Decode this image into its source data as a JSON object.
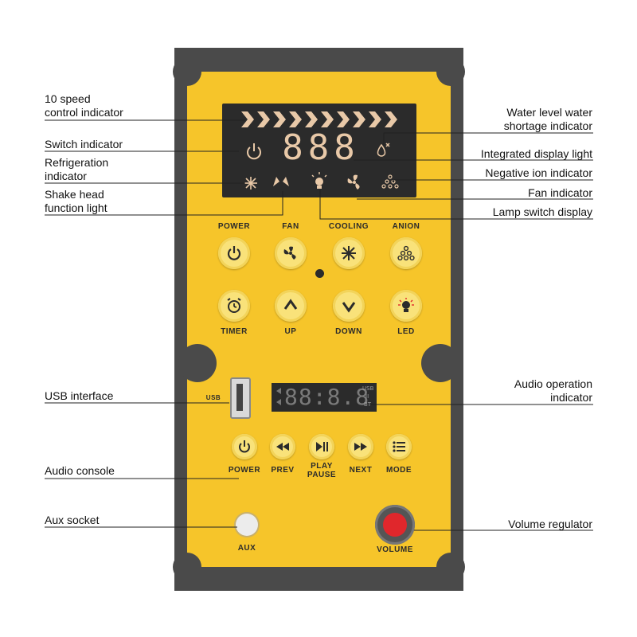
{
  "callouts": {
    "speed": "10 speed\ncontrol indicator",
    "switch": "Switch indicator",
    "refrigeration": "Refrigeration\nindicator",
    "shake": "Shake head\nfunction light",
    "usb": "USB interface",
    "console": "Audio console",
    "aux": "Aux socket",
    "water": "Water level water\nshortage indicator",
    "integrated": "Integrated display light",
    "anion": "Negative ion indicator",
    "fan": "Fan indicator",
    "lamp": "Lamp switch display",
    "audio_op": "Audio operation\nindicator",
    "volume": "Volume regulator"
  },
  "display": {
    "digits": "888",
    "audio_digits": "88:8.8",
    "audio_modes": [
      "USB",
      "II",
      "BT"
    ]
  },
  "buttons_top": [
    "POWER",
    "FAN",
    "COOLING",
    "ANION"
  ],
  "buttons_bottom": [
    "TIMER",
    "UP",
    "DOWN",
    "LED"
  ],
  "audio_buttons": [
    "POWER",
    "PREV",
    "PLAY\nPAUSE",
    "NEXT",
    "MODE"
  ],
  "usb_label": "USB",
  "aux_label": "AUX",
  "volume_label": "VOLUME",
  "colors": {
    "panel": "#f6c52a",
    "frame": "#4a4a4a",
    "screen": "#2b2b2b",
    "accent": "#e0272c"
  }
}
